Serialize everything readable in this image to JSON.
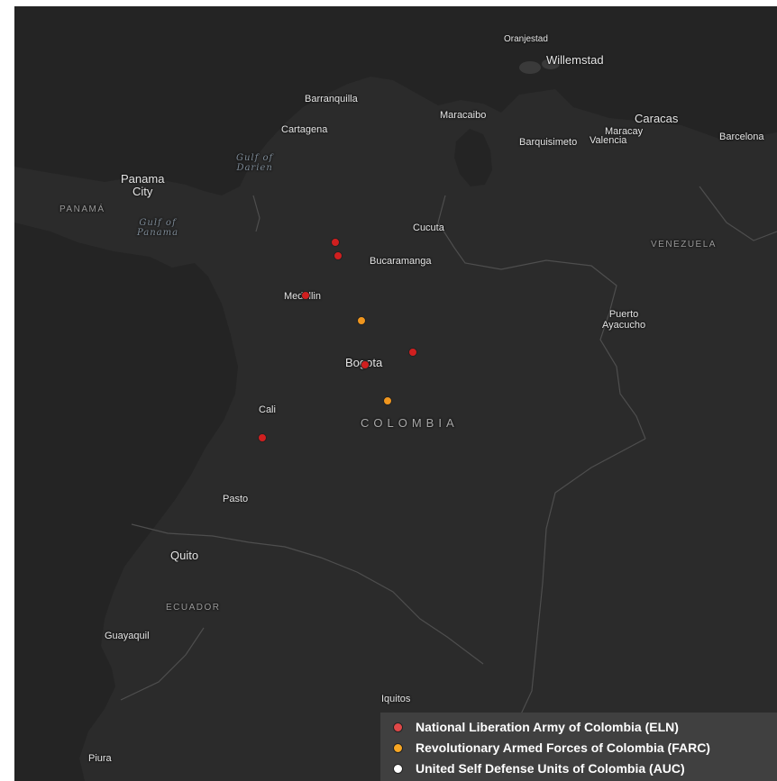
{
  "map": {
    "background": "#2b2b2b",
    "land_color": "#3a3a3a",
    "water_color": "#242424",
    "border_color": "#4e4e4e"
  },
  "labels": {
    "oranjestad": "Oranjestad",
    "willemstad": "Willemstad",
    "barranquilla": "Barranquilla",
    "maracaibo": "Maracaibo",
    "caracas": "Caracas",
    "cartagena": "Cartagena",
    "maracay": "Maracay",
    "barquisimeto": "Barquisimeto",
    "valencia": "Valencia",
    "barcelona": "Barcelona",
    "gulf_darien": "Gulf of\nDarien",
    "panama_city": "Panama\nCity",
    "panama": "PANAMÁ",
    "gulf_panama": "Gulf of\nPanama",
    "cucuta": "Cucuta",
    "venezuela": "VENEZUELA",
    "bucaramanga": "Bucaramanga",
    "medellin": "Medellin",
    "puerto_ayacucho": "Puerto\nAyacucho",
    "bogota": "Bogota",
    "cali": "Cali",
    "colombia": "COLOMBIA",
    "pasto": "Pasto",
    "quito": "Quito",
    "ecuador": "ECUADOR",
    "guayaquil": "Guayaquil",
    "iquitos": "Iquitos",
    "piura": "Piura"
  },
  "groups": {
    "eln": {
      "name": "National Liberation Army of Colombia (ELN)",
      "color": "#d01f1f",
      "legend_color": "#e04848"
    },
    "farc": {
      "name": "Revolutionary Armed Forces of Colombia (FARC)",
      "color": "#f0961e",
      "legend_color": "#f7a623"
    },
    "auc": {
      "name": "United Self Defense Units of Colombia (AUC)",
      "color": "#ffffff",
      "legend_color": "#ffffff"
    }
  },
  "markers": [
    {
      "group": "eln"
    },
    {
      "group": "eln"
    },
    {
      "group": "eln"
    },
    {
      "group": "farc"
    },
    {
      "group": "eln"
    },
    {
      "group": "eln"
    },
    {
      "group": "farc"
    },
    {
      "group": "eln"
    }
  ],
  "icons": {
    "legend_swatch": "circle-marker-icon"
  }
}
